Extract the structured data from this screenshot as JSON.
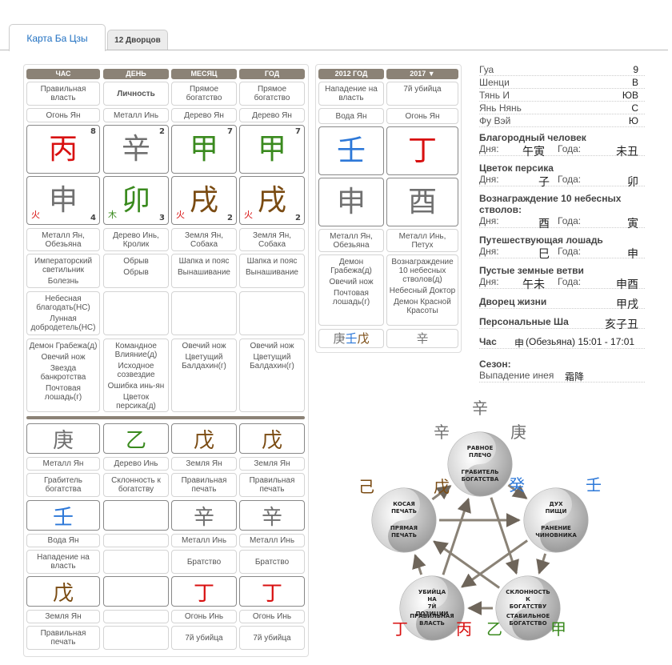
{
  "tabs": {
    "active": "Карта Ба Цзы",
    "other": "12 Дворцов"
  },
  "main_headers": [
    "ЧАС",
    "ДЕНЬ",
    "МЕСЯЦ",
    "ГОД"
  ],
  "main": {
    "role": [
      "Правильная власть",
      "Личность",
      "Прямое богатство",
      "Прямое богатство"
    ],
    "stem_name": [
      "Огонь Ян",
      "Металл Инь",
      "Дерево Ян",
      "Дерево Ян"
    ],
    "stems": [
      {
        "g": "丙",
        "n": "8",
        "color": "#d81010"
      },
      {
        "g": "辛",
        "n": "2",
        "color": "#707070"
      },
      {
        "g": "甲",
        "n": "7",
        "color": "#3a8a1e"
      },
      {
        "g": "甲",
        "n": "7",
        "color": "#3a8a1e"
      }
    ],
    "branches": [
      {
        "g": "申",
        "n": "4",
        "el": "火",
        "el_color": "#d81010",
        "color": "#707070"
      },
      {
        "g": "卯",
        "n": "3",
        "el": "木",
        "el_color": "#3a8a1e",
        "color": "#3a8a1e"
      },
      {
        "g": "戌",
        "n": "2",
        "el": "火",
        "el_color": "#d81010",
        "color": "#7a4b12"
      },
      {
        "g": "戌",
        "n": "2",
        "el": "火",
        "el_color": "#d81010",
        "color": "#7a4b12"
      }
    ],
    "branch_name": [
      "Металл Ян, Обезьяна",
      "Дерево Инь, Кролик",
      "Земля Ян, Собака",
      "Земля Ян, Собака"
    ],
    "row_a": [
      [
        "Императорский светильник",
        "Болезнь"
      ],
      [
        "Обрыв",
        "Обрыв"
      ],
      [
        "Шапка и пояс",
        "Вынашивание"
      ],
      [
        "Шапка и пояс",
        "Вынашивание"
      ]
    ],
    "row_b": [
      [
        "Небесная благодать(НС)",
        "Лунная добродетель(НС)"
      ],
      [],
      [],
      []
    ],
    "row_c": [
      [
        "Демон Грабежа(д)",
        "Овечий нож",
        "Звезда банкротства",
        "Почтовая лошадь(г)"
      ],
      [
        "Командное Влияние(д)",
        "Исходное созвездие",
        "Ошибка инь-ян",
        "Цветок персика(д)"
      ],
      [
        "Овечий нож",
        "Цветущий Балдахин(г)"
      ],
      [
        "Овечий нож",
        "Цветущий Балдахин(г)"
      ]
    ]
  },
  "hidden": {
    "r1_glyph": [
      {
        "g": "庚",
        "color": "#707070"
      },
      {
        "g": "乙",
        "color": "#3a8a1e"
      },
      {
        "g": "戊",
        "color": "#7a4b12"
      },
      {
        "g": "戊",
        "color": "#7a4b12"
      }
    ],
    "r1_name": [
      "Металл Ян",
      "Дерево Инь",
      "Земля Ян",
      "Земля Ян"
    ],
    "r1_role": [
      "Грабитель богатства",
      "Склонность к богатству",
      "Правильная печать",
      "Правильная печать"
    ],
    "r2_glyph": [
      {
        "g": "壬",
        "color": "#2d78d8"
      },
      {
        "g": "",
        "color": "#333"
      },
      {
        "g": "辛",
        "color": "#707070"
      },
      {
        "g": "辛",
        "color": "#707070"
      }
    ],
    "r2_name": [
      "Вода Ян",
      "",
      "Металл Инь",
      "Металл Инь"
    ],
    "r2_role": [
      "Нападение на власть",
      "",
      "Братство",
      "Братство"
    ],
    "r3_glyph": [
      {
        "g": "戊",
        "color": "#7a4b12"
      },
      {
        "g": "",
        "color": "#333"
      },
      {
        "g": "丁",
        "color": "#d81010"
      },
      {
        "g": "丁",
        "color": "#d81010"
      }
    ],
    "r3_name": [
      "Земля Ян",
      "",
      "Огонь Инь",
      "Огонь Инь"
    ],
    "r3_role": [
      "Правильная печать",
      "",
      "7й убийца",
      "7й убийца"
    ]
  },
  "luck_headers": [
    "2012 ГОД",
    "2017 ▼"
  ],
  "luck": {
    "role": [
      "Нападение на власть",
      "7й убийца"
    ],
    "stem_name": [
      "Вода Ян",
      "Огонь Ян"
    ],
    "stems": [
      {
        "g": "壬",
        "color": "#2d78d8"
      },
      {
        "g": "丁",
        "color": "#d81010"
      }
    ],
    "branches": [
      {
        "g": "申",
        "color": "#707070"
      },
      {
        "g": "酉",
        "color": "#707070"
      }
    ],
    "branch_name": [
      "Металл Ян, Обезьяна",
      "Металл Инь, Петух"
    ],
    "stars": [
      [
        "Демон Грабежа(д)",
        "Овечий нож",
        "Почтовая лошадь(г)"
      ],
      [
        "Вознаграждение 10 небесных стволов(д)",
        "Небесный Доктор",
        "Демон Красной Красоты"
      ]
    ],
    "hidden": [
      [
        {
          "g": "庚",
          "color": "#707070"
        },
        {
          "g": "壬",
          "color": "#2d78d8"
        },
        {
          "g": "戊",
          "color": "#7a4b12"
        }
      ],
      [
        {
          "g": "辛",
          "color": "#707070"
        }
      ]
    ]
  },
  "info": {
    "rows": [
      {
        "label": "Гуа",
        "value": "9"
      },
      {
        "label": "Шенци",
        "value": "В"
      },
      {
        "label": "Тянь И",
        "value": "ЮВ"
      },
      {
        "label": "Янь Нянь",
        "value": "С"
      },
      {
        "label": "Фу Вэй",
        "value": "Ю"
      }
    ],
    "day_label": "Дня:",
    "year_label": "Года:",
    "noble": {
      "title": "Благородный человек",
      "day": "午寅",
      "year": "未丑"
    },
    "peach": {
      "title": "Цветок персика",
      "day": "子",
      "year": "卯"
    },
    "reward": {
      "title": "Вознаграждение 10 небесных стволов:",
      "day": "酉",
      "year": "寅"
    },
    "horse": {
      "title": "Путешествующая лошадь",
      "day": "巳",
      "year": "申"
    },
    "void": {
      "title": "Пустые земные ветви",
      "day": "午未",
      "year": "申酉"
    },
    "palace": {
      "title": "Дворец жизни",
      "value": "甲戌"
    },
    "sha": {
      "title": "Персональные Ша",
      "value": "亥子丑"
    },
    "hour": {
      "title": "Час",
      "glyph": "申",
      "text": "(Обезьяна) 15:01 - 17:01"
    },
    "season": {
      "title": "Сезон:",
      "text": "Выпадение инея",
      "glyph": "霜降"
    }
  },
  "wheel": {
    "nodes": [
      {
        "top": "РАВНОЕ ПЛЕЧО",
        "bottom": "ГРАБИТЕЛЬ БОГАТСТВА"
      },
      {
        "top": "ДУХ ПИЩИ",
        "bottom": "РАНЕНИЕ ЧИНОВНИКА"
      },
      {
        "top": "СКЛОННОСТЬ К БОГАТСТВУ",
        "bottom": "СТАБИЛЬНОЕ БОГАТСТВО"
      },
      {
        "top": "УБИЙЦА НА 7Й ПОЗИЦИИ",
        "bottom": "ПРАВИЛЬНАЯ ВЛАСТЬ"
      },
      {
        "top": "КОСАЯ ПЕЧАТЬ",
        "bottom": "ПРЯМАЯ ПЕЧАТЬ"
      }
    ],
    "glyphs": [
      {
        "g": "辛",
        "color": "#707070"
      },
      {
        "g": "辛",
        "color": "#707070"
      },
      {
        "g": "庚",
        "color": "#707070"
      },
      {
        "g": "癸",
        "color": "#2d78d8"
      },
      {
        "g": "壬",
        "color": "#2d78d8"
      },
      {
        "g": "甲",
        "color": "#3a8a1e"
      },
      {
        "g": "乙",
        "color": "#3a8a1e"
      },
      {
        "g": "丙",
        "color": "#d81010"
      },
      {
        "g": "丁",
        "color": "#d81010"
      },
      {
        "g": "己",
        "color": "#7a4b12"
      },
      {
        "g": "戊",
        "color": "#7a4b12"
      }
    ]
  }
}
